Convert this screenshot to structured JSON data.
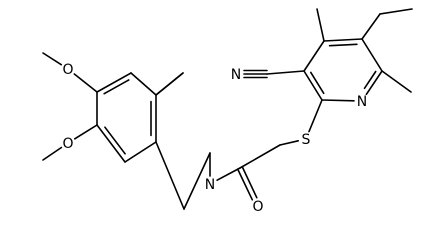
{
  "molecule": {
    "atoms": [
      {
        "label": "O",
        "name": "methoxy-oxygen-top"
      },
      {
        "label": "O",
        "name": "methoxy-oxygen-bottom"
      },
      {
        "label": "N",
        "name": "tetrahydroisoquinoline-nitrogen"
      },
      {
        "label": "O",
        "name": "carbonyl-oxygen"
      },
      {
        "label": "S",
        "name": "thioether-sulfur"
      },
      {
        "label": "N",
        "name": "pyridine-nitrogen"
      },
      {
        "label": "N",
        "name": "nitrile-nitrogen"
      }
    ]
  }
}
